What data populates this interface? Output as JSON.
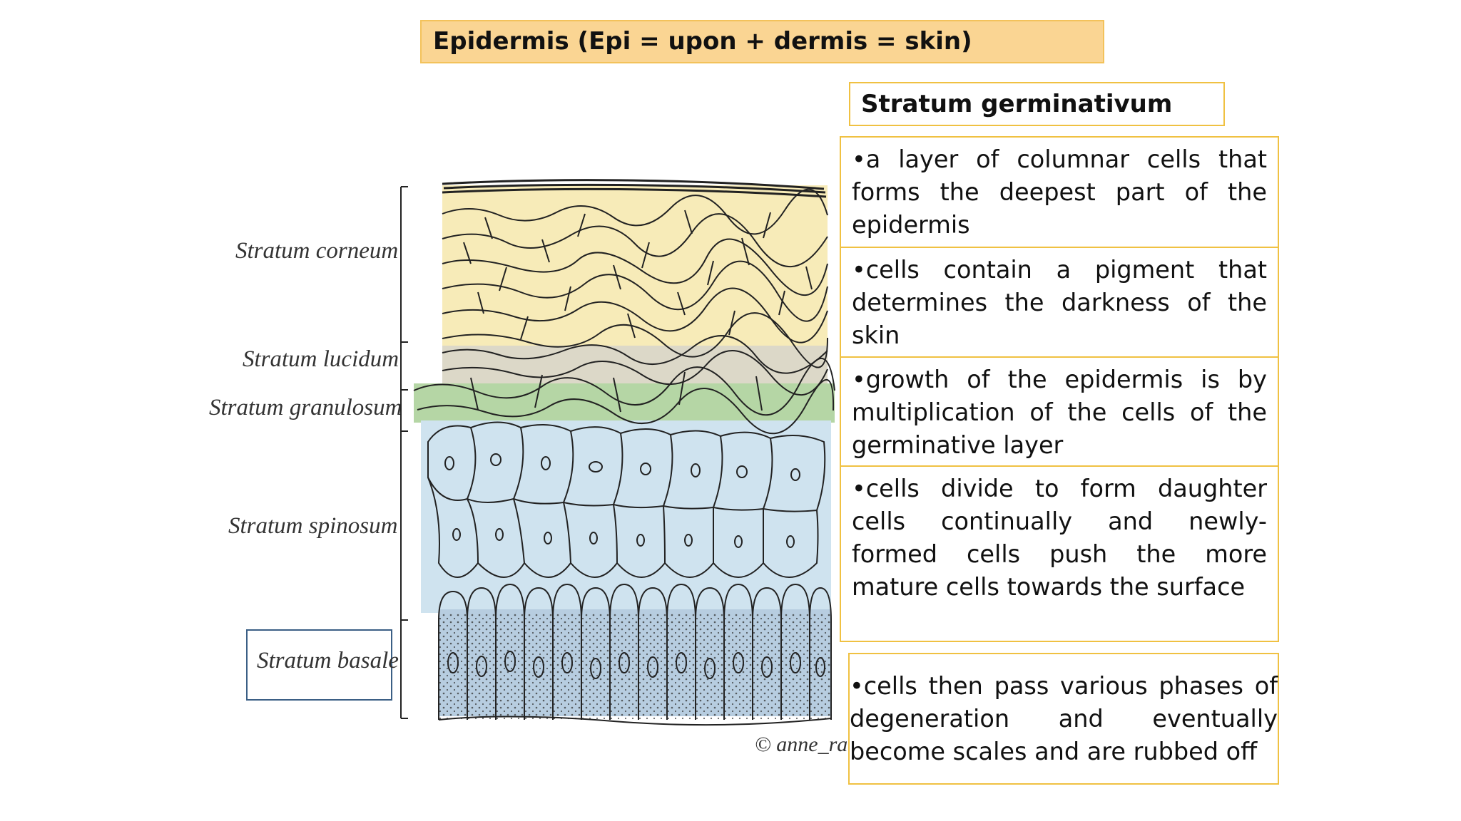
{
  "title": "Epidermis (Epi = upon + dermis = skin)",
  "subtitle": "Stratum germinativum",
  "bullets": [
    "•a layer of columnar cells that forms the deepest part of the epidermis",
    "•cells contain a pigment that determines the darkness of the skin",
    "•growth of the epidermis is by multiplication of the cells of the germinative layer",
    "•cells divide to form daughter cells continually and newly-formed cells push the more mature cells towards the surface"
  ],
  "last_bullet": "•cells then pass various phases of degeneration and eventually become scales and are rubbed off",
  "layers": {
    "corneum": "Stratum corneum",
    "lucidum": "Stratum lucidum",
    "granulosum": "Stratum granulosum",
    "spinosum": "Stratum spinosum",
    "basale": "Stratum basale"
  },
  "copyright": "© anne_ra",
  "colors": {
    "title_bg": "#fad593",
    "box_border": "#f0c142",
    "basale_box": "#3b5f85",
    "corneum": "#f7ebb8",
    "granulosum": "#b5d6a5",
    "spinosum": "#cfe3ef",
    "basale": "#b7cde0"
  }
}
